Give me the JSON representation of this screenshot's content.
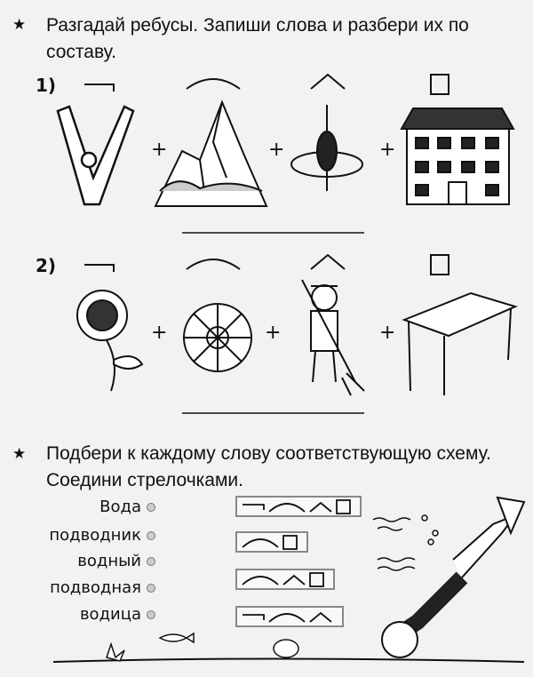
{
  "task1": {
    "text_line1": "Разгадай ребусы. Запиши слова и разбери их по",
    "text_line2": "составу.",
    "rebuses": [
      {
        "label": "1)",
        "pictures": [
          "clothespin-icon",
          "mountain-icon",
          "float-bobber-icon",
          "house-icon"
        ],
        "plus": "+"
      },
      {
        "label": "2)",
        "pictures": [
          "sunflower-icon",
          "snowflake-icon",
          "janitor-icon",
          "bench-icon"
        ],
        "plus": "+"
      }
    ]
  },
  "task2": {
    "text_line1": "Подбери к каждому слову соответствующую схему.",
    "text_line2": "Соедини стрелочками.",
    "words": [
      "Вода",
      "подводник",
      "водный",
      "подводная",
      "водица"
    ],
    "schemes": [
      [
        "prefix",
        "root",
        "suffix",
        "ending"
      ],
      [
        "root",
        "ending"
      ],
      [
        "root",
        "suffix",
        "ending"
      ],
      [
        "prefix",
        "root",
        "suffix"
      ]
    ]
  }
}
